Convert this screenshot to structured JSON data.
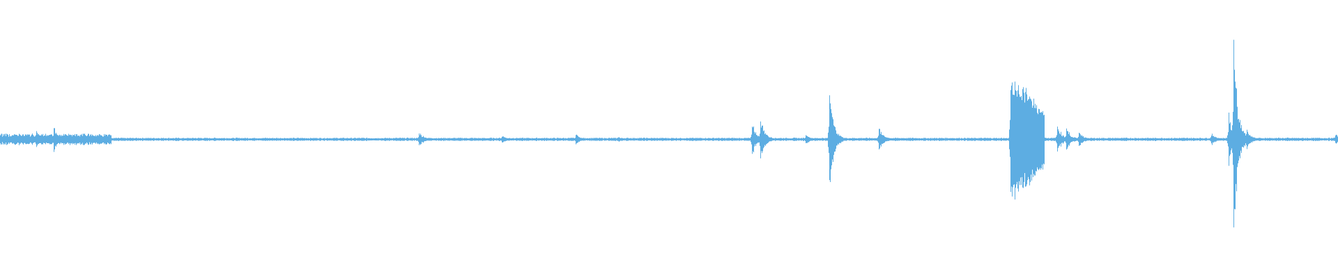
{
  "waveform": {
    "color": "#5dade2",
    "background": "#ffffff",
    "duration_fraction_markers": [],
    "events": [
      {
        "t": 0.003,
        "peak": 0.05
      },
      {
        "t": 0.014,
        "peak": 0.05
      },
      {
        "t": 0.027,
        "peak": 0.06
      },
      {
        "t": 0.04,
        "peak": 0.1
      },
      {
        "t": 0.052,
        "peak": 0.04
      },
      {
        "t": 0.062,
        "peak": 0.06
      },
      {
        "t": 0.078,
        "peak": 0.03
      },
      {
        "t": 0.313,
        "peak": 0.06
      },
      {
        "t": 0.375,
        "peak": 0.03
      },
      {
        "t": 0.43,
        "peak": 0.04
      },
      {
        "t": 0.462,
        "peak": 0.02
      },
      {
        "t": 0.562,
        "peak": 0.14
      },
      {
        "t": 0.568,
        "peak": 0.17
      },
      {
        "t": 0.602,
        "peak": 0.04
      },
      {
        "t": 0.62,
        "peak": 0.4
      },
      {
        "t": 0.657,
        "peak": 0.1
      },
      {
        "t": 0.755,
        "peak": 0.53
      },
      {
        "t": 0.77,
        "peak": 0.45
      },
      {
        "t": 0.79,
        "peak": 0.12
      },
      {
        "t": 0.797,
        "peak": 0.1
      },
      {
        "t": 0.806,
        "peak": 0.06
      },
      {
        "t": 0.905,
        "peak": 0.05
      },
      {
        "t": 0.918,
        "peak": 0.22
      },
      {
        "t": 0.922,
        "peak": 0.8
      },
      {
        "t": 0.932,
        "peak": 0.08
      },
      {
        "t": 0.998,
        "peak": 0.04
      }
    ],
    "bursts": [
      {
        "start": 0.755,
        "end": 0.78,
        "peak": 0.5
      }
    ]
  }
}
